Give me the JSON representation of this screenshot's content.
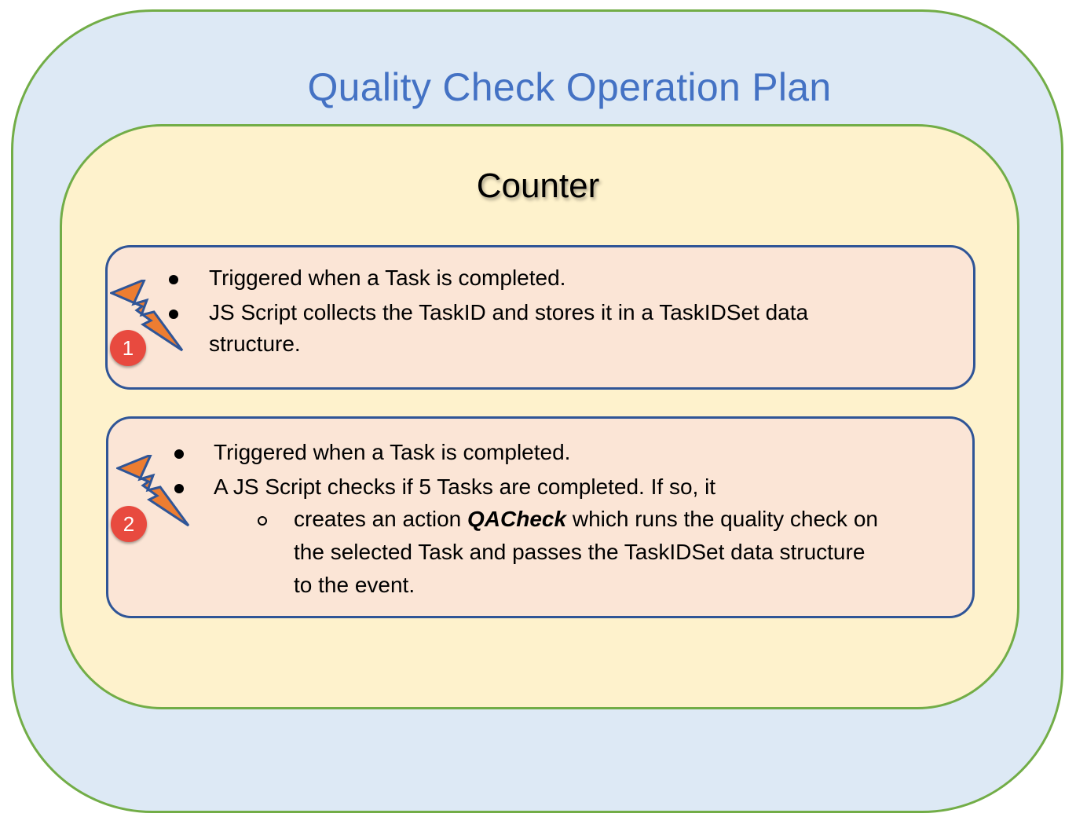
{
  "diagram": {
    "title": "Quality Check Operation Plan",
    "section_title": "Counter",
    "colors": {
      "outer_fill": "#dde9f5",
      "outer_border": "#72ad47",
      "inner_fill": "#fef2cc",
      "box_fill": "#fbe5d6",
      "box_border": "#2f5597",
      "title_color": "#4472c4",
      "badge_color": "#e84a3f",
      "bolt_color": "#ed7d31"
    },
    "steps": [
      {
        "badge": "1",
        "icon": "lightning-bolt-icon",
        "bullets": [
          "Triggered when a Task is completed.",
          "JS Script collects the TaskID and stores it in a TaskIDSet data",
          "structure."
        ]
      },
      {
        "badge": "2",
        "icon": "lightning-bolt-icon",
        "bullets": [
          "Triggered when a Task is completed.",
          "A JS Script checks if 5 Tasks are completed. If so, it"
        ],
        "sub_bullet": {
          "prefix": "creates an action ",
          "emphasis": "QACheck",
          "suffix": " which runs the quality check on",
          "line2": "the selected Task and passes the TaskIDSet data structure",
          "line3": "to the event."
        }
      }
    ]
  }
}
